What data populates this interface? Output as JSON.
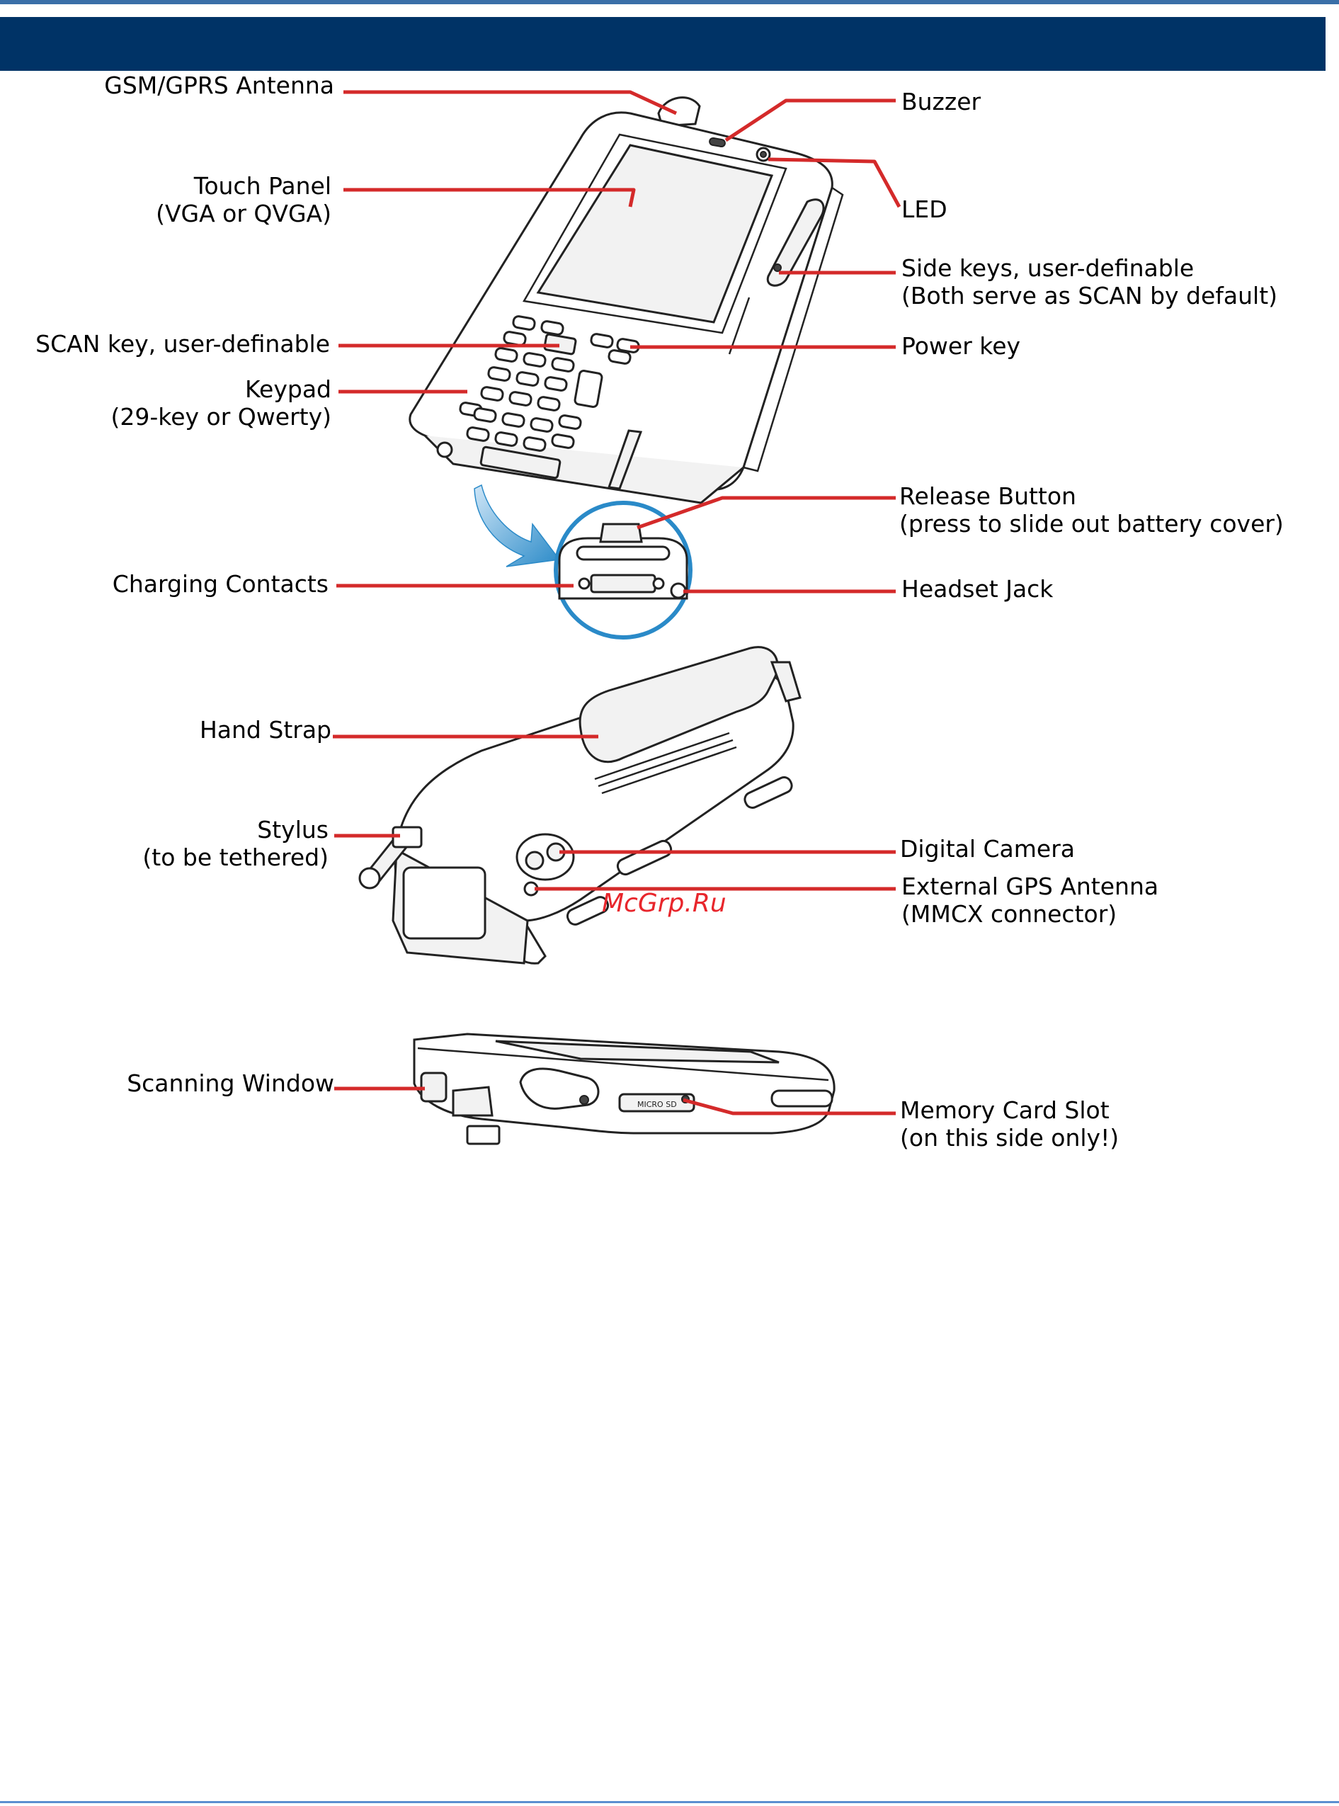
{
  "header": {
    "title": ""
  },
  "labels": {
    "gsm_antenna": "GSM/GPRS Antenna",
    "touch_panel_1": "Touch Panel",
    "touch_panel_2": "(VGA or QVGA)",
    "scan_key": "SCAN key, user-definable",
    "keypad_1": "Keypad",
    "keypad_2": "(29-key or Qwerty)",
    "buzzer": "Buzzer",
    "led": "LED",
    "side_keys_1": "Side keys, user-definable",
    "side_keys_2": "(Both serve as SCAN by default)",
    "power_key": "Power key",
    "release_1": "Release Button",
    "release_2": "(press to slide out battery cover)",
    "charging": "Charging Contacts",
    "headset": "Headset Jack",
    "hand_strap": "Hand Strap",
    "stylus_1": "Stylus",
    "stylus_2": "(to be tethered)",
    "camera": "Digital Camera",
    "gps_1": "External GPS Antenna",
    "gps_2": "(MMCX connector)",
    "scanning_window": "Scanning Window",
    "memory_1": "Memory Card Slot",
    "memory_2": "(on this side only!)",
    "card_slot_print": "MICRO SD"
  },
  "watermark": "McGrp.Ru",
  "colors": {
    "header_bar": "#003366",
    "top_rule": "#3a6fa8",
    "leader_lines": "#d42a2a",
    "callout_circle": "#2a8ac8",
    "arrow": "#2a8ac8",
    "watermark": "#e8262c"
  }
}
